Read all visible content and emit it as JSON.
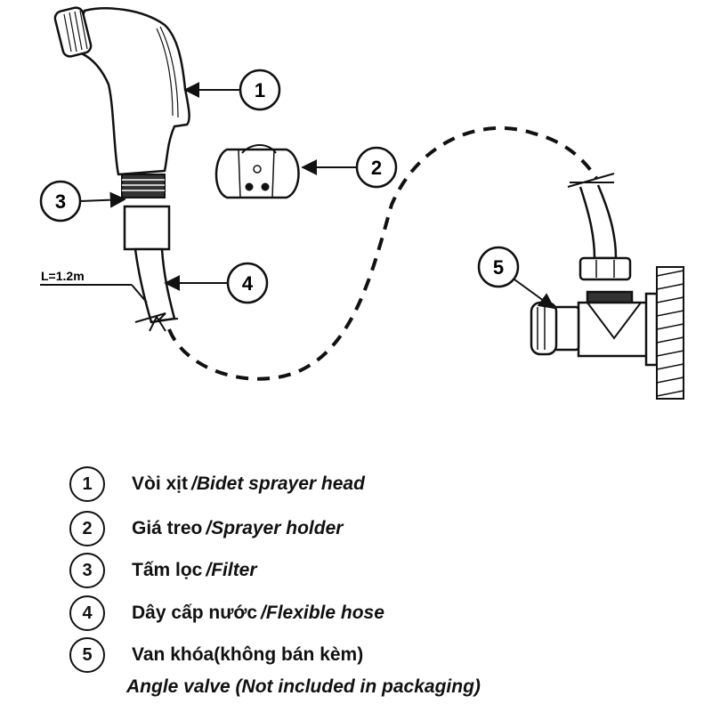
{
  "diagram": {
    "length_label": "L=1.2m",
    "callouts": [
      "1",
      "2",
      "3",
      "4",
      "5"
    ]
  },
  "legend": {
    "items": [
      {
        "num": "1",
        "vn": "Vòi xịt",
        "en": "/Bidet sprayer head"
      },
      {
        "num": "2",
        "vn": "Giá treo",
        "en": "/Sprayer holder"
      },
      {
        "num": "3",
        "vn": "Tấm lọc",
        "en": "/Filter"
      },
      {
        "num": "4",
        "vn": "Dây cấp nước",
        "en": "/Flexible hose"
      },
      {
        "num": "5",
        "vn": "Van khóa(không bán kèm)",
        "en": ""
      }
    ],
    "item5_en": "Angle valve (Not included in packaging)"
  }
}
